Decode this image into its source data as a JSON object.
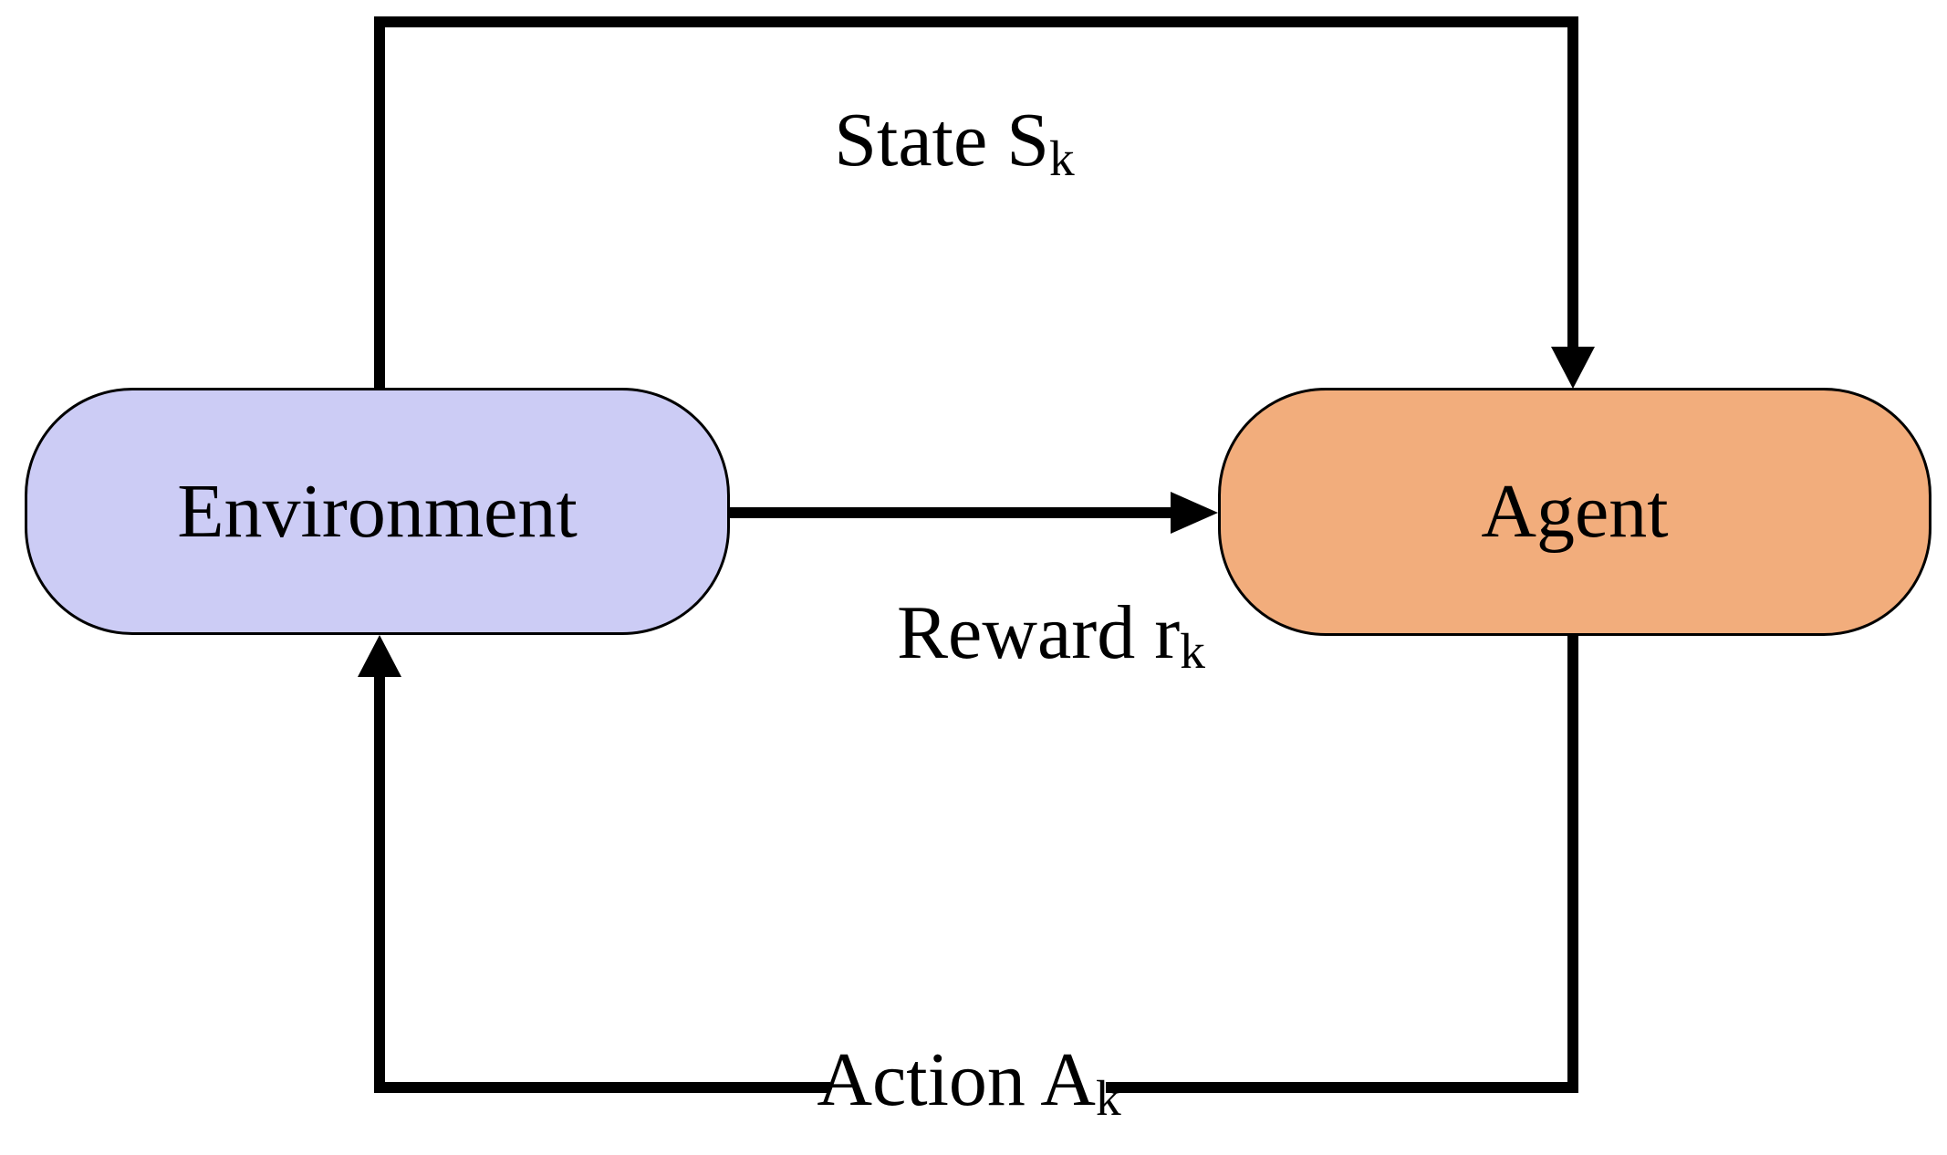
{
  "diagram": {
    "title": "reinforcement-learning-loop",
    "background_color": "#ffffff",
    "line_color": "#000000",
    "nodes": {
      "environment": {
        "label": "Environment",
        "fill": "#ccccf5",
        "border_color": "#000000"
      },
      "agent": {
        "label": "Agent",
        "fill": "#f2ad7c",
        "border_color": "#000000"
      }
    },
    "edges": {
      "state": {
        "label": "State S",
        "subscript": "k",
        "from": "Environment",
        "to": "Agent"
      },
      "reward": {
        "label": "Reward r",
        "subscript": "k",
        "from": "Environment",
        "to": "Agent"
      },
      "action": {
        "label": "Action A",
        "subscript": "k",
        "from": "Agent",
        "to": "Environment"
      }
    }
  }
}
